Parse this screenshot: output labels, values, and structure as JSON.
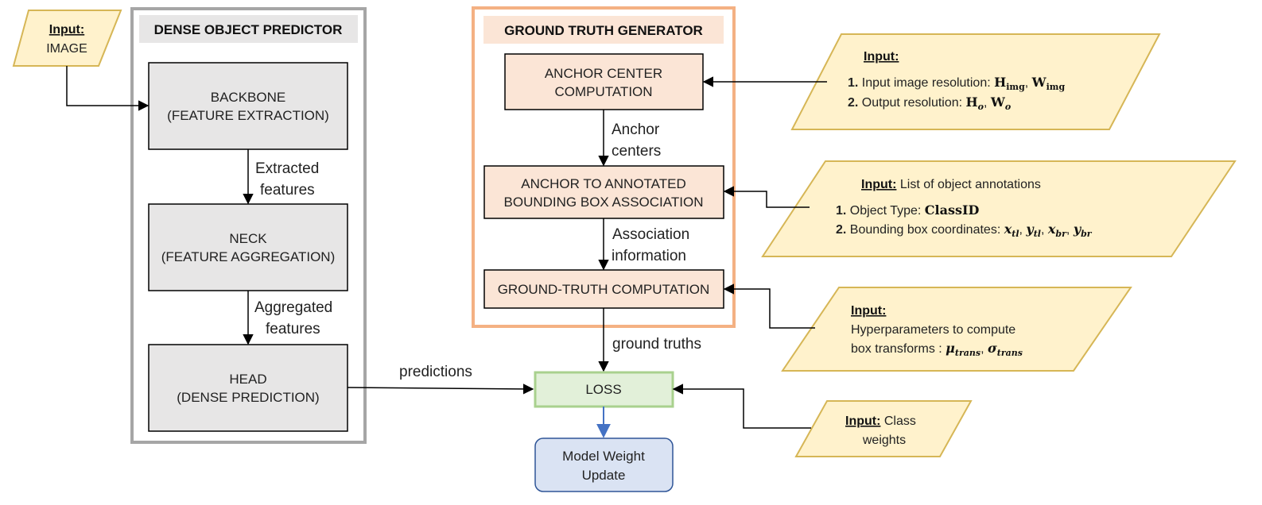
{
  "colors": {
    "predictor_border": "#a6a6a6",
    "predictor_title_bg": "#e7e6e6",
    "predictor_box_bg": "#e7e6e6",
    "generator_border": "#f4b183",
    "generator_title_bg": "#fbe5d6",
    "generator_box_bg": "#fbe5d6",
    "input_bg": "#fff2cc",
    "input_border": "#d6b656",
    "loss_bg": "#e2f0d9",
    "loss_border": "#a9d18e",
    "update_bg": "#dae3f3",
    "update_border": "#2f5597",
    "update_arrow": "#4472c4"
  },
  "predictor": {
    "title": "DENSE OBJECT PREDICTOR",
    "backbone": {
      "line1": "BACKBONE",
      "line2": "(FEATURE EXTRACTION)"
    },
    "neck": {
      "line1": "NECK",
      "line2": "(FEATURE AGGREGATION)"
    },
    "head": {
      "line1": "HEAD",
      "line2": "(DENSE PREDICTION)"
    },
    "edge_extracted": {
      "line1": "Extracted",
      "line2": "features"
    },
    "edge_aggregated": {
      "line1": "Aggregated",
      "line2": "features"
    }
  },
  "generator": {
    "title": "GROUND TRUTH GENERATOR",
    "anchor_center": {
      "line1": "ANCHOR CENTER",
      "line2": "COMPUTATION"
    },
    "association": {
      "line1": "ANCHOR TO ANNOTATED",
      "line2": "BOUNDING BOX ASSOCIATION"
    },
    "gt_computation": {
      "line1": "GROUND-TRUTH COMPUTATION"
    },
    "edge_anchor": {
      "line1": "Anchor",
      "line2": "centers"
    },
    "edge_association": {
      "line1": "Association",
      "line2": "information"
    }
  },
  "edges": {
    "predictions": "predictions",
    "ground_truths": "ground truths"
  },
  "loss": {
    "label": "LOSS"
  },
  "update": {
    "line1": "Model Weight",
    "line2": "Update"
  },
  "inputs": {
    "image": {
      "heading": "Input:",
      "text": "IMAGE"
    },
    "resolution": {
      "heading": "Input:",
      "item1_num": "1.",
      "item1_text": "Input image resolution: ",
      "item1_math_a": "H",
      "item1_sub_a": "img",
      "item1_sep": ", ",
      "item1_math_b": "W",
      "item1_sub_b": "img",
      "item2_num": "2.",
      "item2_text": "Output resolution: ",
      "item2_math_a": "H",
      "item2_sub_a": "o",
      "item2_sep": ", ",
      "item2_math_b": "W",
      "item2_sub_b": "o"
    },
    "annotations": {
      "heading": "Input:",
      "heading_rest": " List of object annotations",
      "item1_num": "1.",
      "item1_text": "Object Type: ",
      "item1_math": "ClassID",
      "item2_num": "2.",
      "item2_text": "Bounding box coordinates: ",
      "c1": "x",
      "c1_sub": "tl",
      "s1": ", ",
      "c2": "y",
      "c2_sub": "tl",
      "s2": ", ",
      "c3": "x",
      "c3_sub": "br",
      "s3": ", ",
      "c4": "y",
      "c4_sub": "br"
    },
    "hyperparameters": {
      "heading": "Input:",
      "line1": "Hyperparameters to compute",
      "line2": "box transforms : ",
      "m1": "μ",
      "m1_sub": "trans",
      "sep": ", ",
      "m2": "σ",
      "m2_sub": "trans"
    },
    "class_weights": {
      "heading": "Input:",
      "heading_rest": " Class",
      "line2": "weights"
    }
  }
}
